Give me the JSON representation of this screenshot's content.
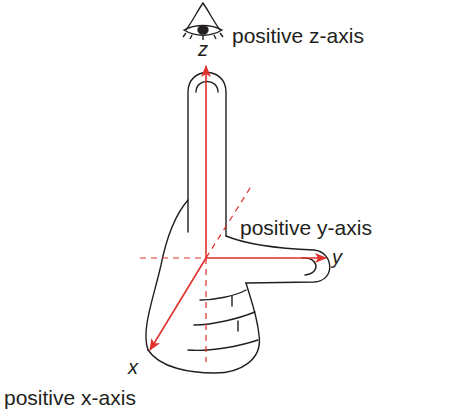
{
  "diagram": {
    "labels": [
      "z",
      "positive z-axis",
      "positive y-axis",
      "y",
      "x",
      "positive x-axis"
    ]
  }
}
